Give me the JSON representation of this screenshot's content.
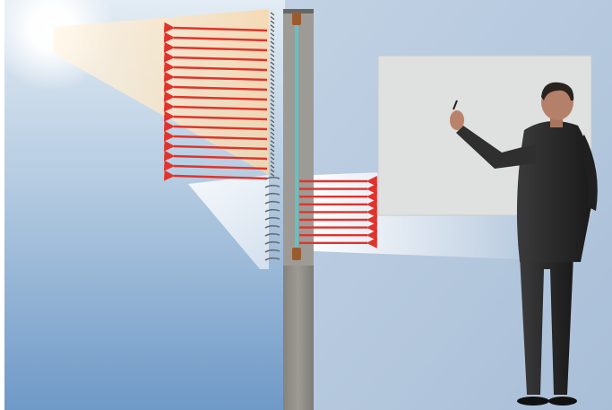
{
  "scene": {
    "elements": [
      "sun",
      "exterior-reflective-louvres",
      "reflected-sunlight-arrows",
      "window-pane",
      "interior-light-redirecting-louvres",
      "redirected-daylight-arrows",
      "wall",
      "whiteboard",
      "person-writing-on-board"
    ],
    "reflected_arrow_count": 16,
    "transmitted_arrow_count": 9,
    "colors": {
      "sky_top": "#dfe9f2",
      "sky_bottom": "#6e98c6",
      "interior_bg": "#c9d6e6",
      "wall": "#8f8b86",
      "arrow": "#e1332b",
      "sun_glow": "#fff6e2",
      "board": "#dedfdf",
      "suit": "#2c2c2d",
      "window_glass": "#63c2c4",
      "frame_wood": "#9a5c2f"
    }
  }
}
